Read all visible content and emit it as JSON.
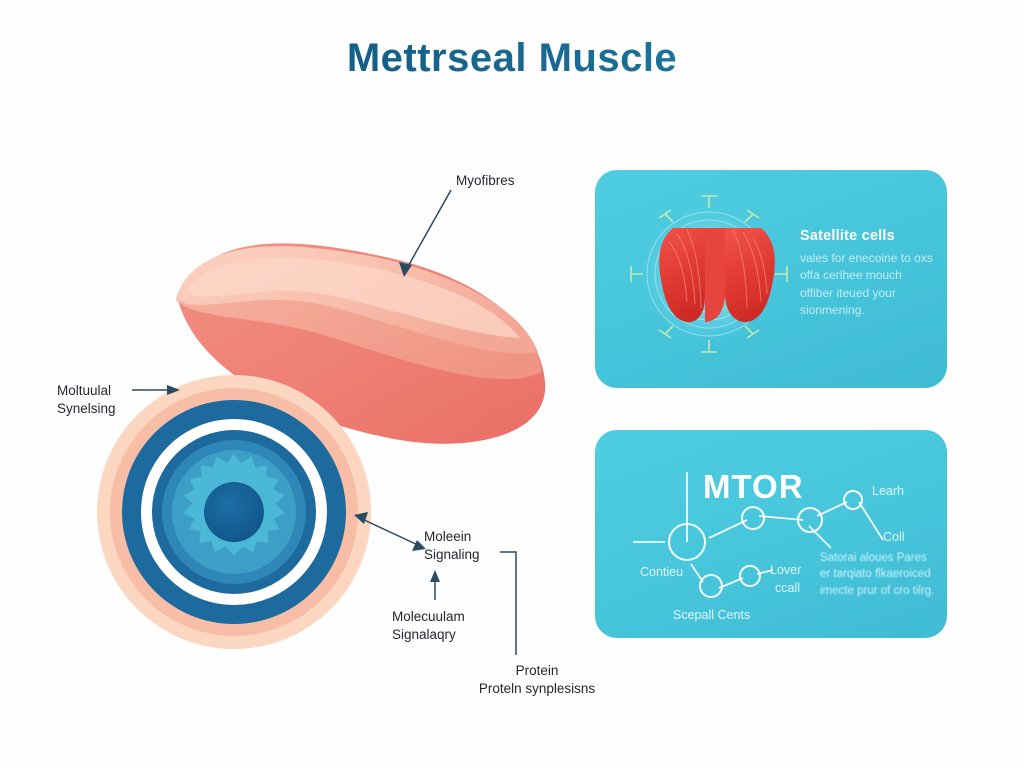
{
  "page": {
    "title": "Mettrseal Muscle",
    "title_color": "#1a6e96",
    "background": "#fefefe"
  },
  "illustration": {
    "muscle_belly": {
      "name": "muscle-belly",
      "colors": [
        "#f8c3b0",
        "#f9ccba",
        "#f59a88",
        "#ef7b6e",
        "#f08877"
      ]
    },
    "cross_section": {
      "name": "muscle-cross-section",
      "rings": [
        {
          "label": "outer-peach",
          "color": "#f9cdb8"
        },
        {
          "label": "salmon",
          "color": "#f7b9a1"
        },
        {
          "label": "dark-blue",
          "color": "#1c6a9e"
        },
        {
          "label": "white-gap",
          "color": "#ffffff"
        },
        {
          "label": "deep-blue",
          "color": "#1c6a9e"
        },
        {
          "label": "mid-blue",
          "color": "#2f86b8"
        },
        {
          "label": "light-blue",
          "color": "#3d9ec6"
        },
        {
          "label": "gear-cyan",
          "color": "#4cb8d8"
        },
        {
          "label": "core",
          "color": "#10588c"
        }
      ]
    }
  },
  "labels": {
    "myofibres": "Myofibres",
    "molecular_left_line1": "Moltuulal",
    "molecular_left_line2": "Synelsing",
    "molein_line1": "Moleein",
    "molein_line2": "Signaling",
    "molecuulam_line1": "Molecuulam",
    "molecuulam_line2": "Signalaqry",
    "protein_line1": "Protein",
    "protein_line2": "Proteln synplesisns"
  },
  "cards": {
    "accent": "#4ecbe0",
    "satellite": {
      "heading": "Satellite cells",
      "body": "vales for enecoine to oxs offa cerlhee mouch offiber iteued your sionmening.",
      "icon": "muscle-tissue-icon"
    },
    "mtor": {
      "title": "MTOR",
      "nodes": {
        "learh": "Learh",
        "coll": "Coll",
        "contieu": "Contieu",
        "lover": "Lover",
        "ccall": "ccall",
        "scepall_cents": "Scepall Cents"
      },
      "body": "Satorai aloues Pares er tarqiato flkaeroiced imecte prur of cro tilrg."
    }
  }
}
